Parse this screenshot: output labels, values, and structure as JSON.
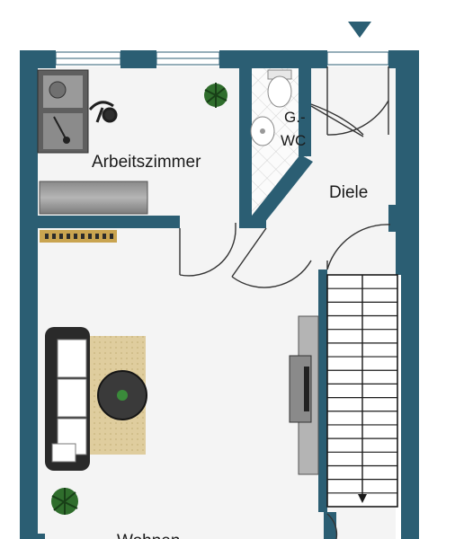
{
  "floorplan": {
    "rooms": [
      {
        "id": "arbeitszimmer",
        "label": "Arbeitszimmer"
      },
      {
        "id": "gwc",
        "label_line1": "G.-",
        "label_line2": "WC"
      },
      {
        "id": "diele",
        "label": "Diele"
      },
      {
        "id": "wohnzimmer",
        "label": "Wohnen"
      }
    ],
    "colors": {
      "wall": "#2b5e73",
      "floor": "#f4f4f4",
      "tile": "#fbfbfb",
      "rug": "#dcc99b",
      "furniture_dark": "#4a4a4a"
    }
  }
}
